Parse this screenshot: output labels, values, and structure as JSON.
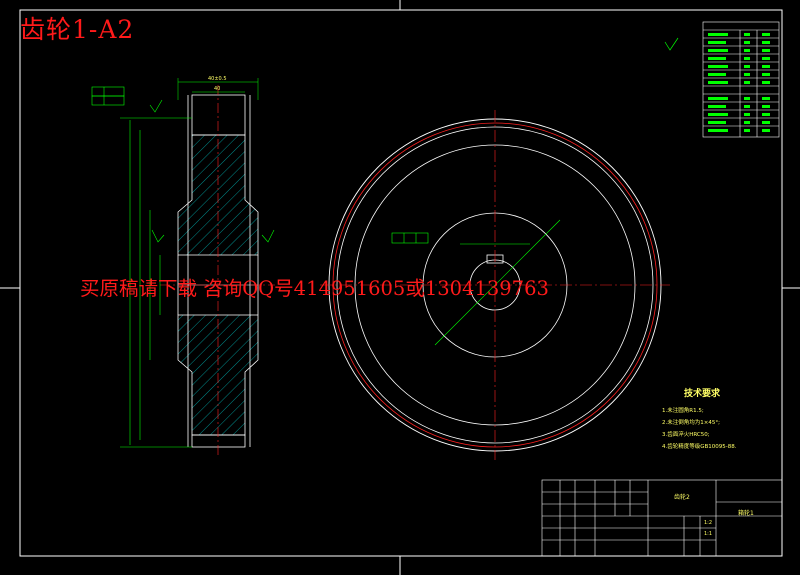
{
  "title": "齿轮1-A2",
  "watermark": "买原稿请下载 咨询QQ号414951605或1304139763",
  "tech_requirements": {
    "heading": "技术要求",
    "items": [
      "1.未注圆角R1.5;",
      "2.未注倒角均为1×45°;",
      "3.齿面淬火HRC50;",
      "4.齿轮精度等级GB10095-88."
    ]
  },
  "title_block": {
    "part_name": "齿轮2",
    "drawing_no": "箱轮1",
    "scale": "1:1",
    "ratio": "1:2"
  },
  "colors": {
    "frame": "#ffffff",
    "dim": "#00ff00",
    "text": "#ffff66",
    "hatch": "#00c8c8",
    "center": "#ff2020",
    "watermark": "#ff1a1a"
  }
}
